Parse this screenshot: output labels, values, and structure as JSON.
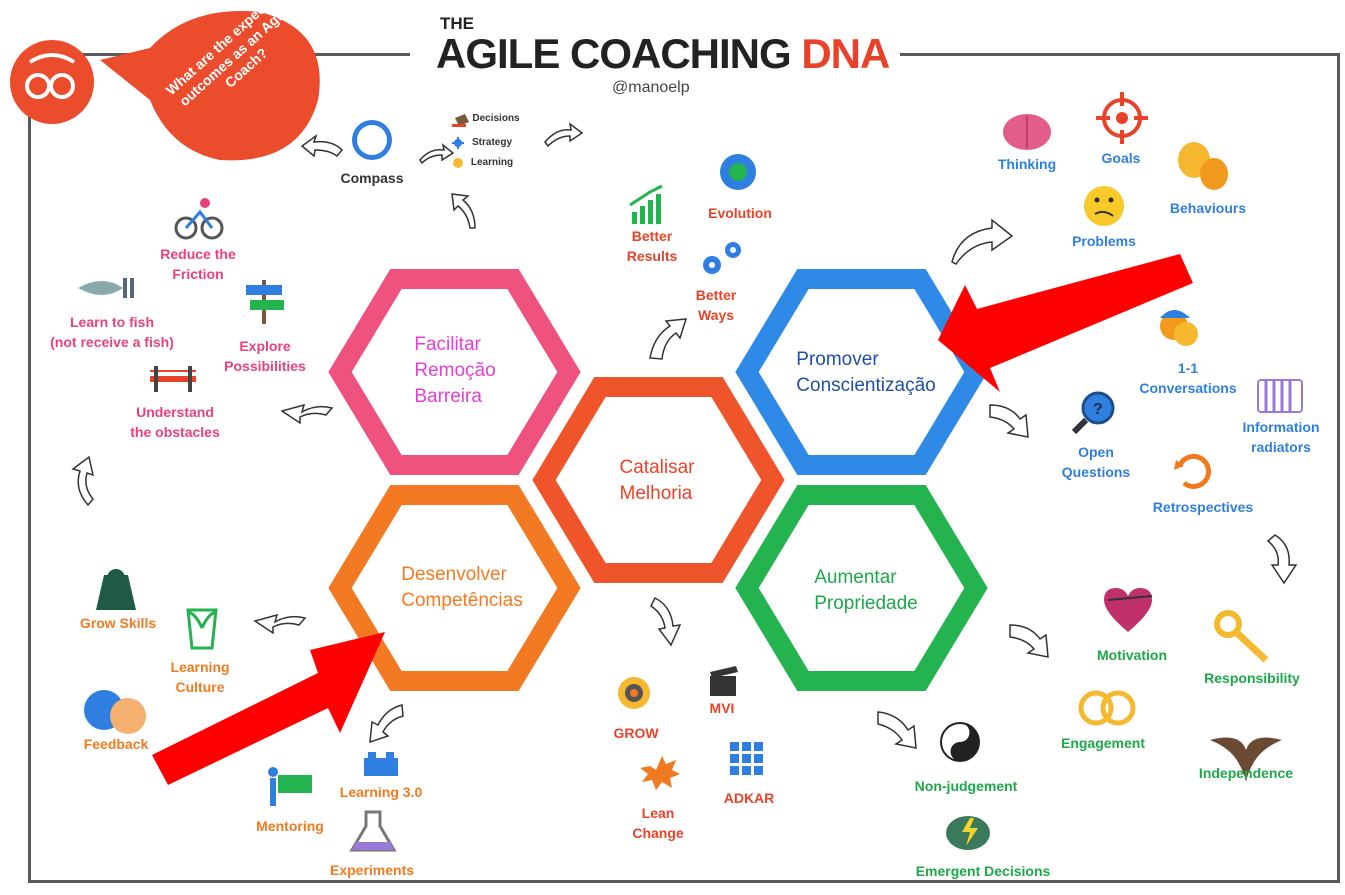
{
  "title": {
    "the": "THE",
    "main": "AGILE COACHING",
    "dna": "DNA",
    "handle": "@manoelp"
  },
  "question": "What are the expected outcomes as an Agile Coach?",
  "hexagons": {
    "facilitate": {
      "line1": "Facilitar",
      "line2": "Remoção",
      "line3": "Barreira",
      "color": "#f0527f"
    },
    "promote": {
      "line1": "Promover",
      "line2": "Conscientização",
      "color": "#2e8ae6"
    },
    "catalyze": {
      "line1": "Catalisar",
      "line2": "Melhoria",
      "color": "#f0542b"
    },
    "develop": {
      "line1": "Desenvolver",
      "line2": "Competências",
      "color": "#f37a22"
    },
    "increase": {
      "line1": "Aumentar",
      "line2": "Propriedade",
      "color": "#23b34f"
    }
  },
  "compass": {
    "label": "Compass",
    "decisions": "Decisions",
    "strategy": "Strategy",
    "learning": "Learning"
  },
  "pink": {
    "reduce": [
      "Reduce the",
      "Friction"
    ],
    "fish": [
      "Learn to fish",
      "(not receive a fish)"
    ],
    "explore": [
      "Explore",
      "Possibilities"
    ],
    "obstacles": [
      "Understand",
      "the obstacles"
    ]
  },
  "red": {
    "better_results": [
      "Better",
      "Results"
    ],
    "evolution": "Evolution",
    "better_ways": [
      "Better",
      "Ways"
    ]
  },
  "blue": {
    "thinking": "Thinking",
    "goals": "Goals",
    "behaviours": "Behaviours",
    "problems": "Problems",
    "conversations": [
      "1-1",
      "Conversations"
    ],
    "radiators": [
      "Information",
      "radiators"
    ],
    "questions": [
      "Open",
      "Questions"
    ],
    "retros": "Retrospectives"
  },
  "orange": {
    "grow_skills": "Grow Skills",
    "learning_culture": [
      "Learning",
      "Culture"
    ],
    "feedback": "Feedback",
    "learning30": "Learning 3.0",
    "mentoring": "Mentoring",
    "experiments": "Experiments",
    "grow": "GROW",
    "mvi": "MVI",
    "adkar": "ADKAR",
    "lean_change": [
      "Lean",
      "Change"
    ]
  },
  "green": {
    "motivation": "Motivation",
    "responsibility": "Responsibility",
    "engagement": "Engagement",
    "independence": "Independence",
    "non_judgement": "Non-judgement",
    "emergent": "Emergent Decisions"
  },
  "colors": {
    "arrow": "#ff0000",
    "frame": "#5a5a5a",
    "bubble": "#ea4c2c"
  }
}
